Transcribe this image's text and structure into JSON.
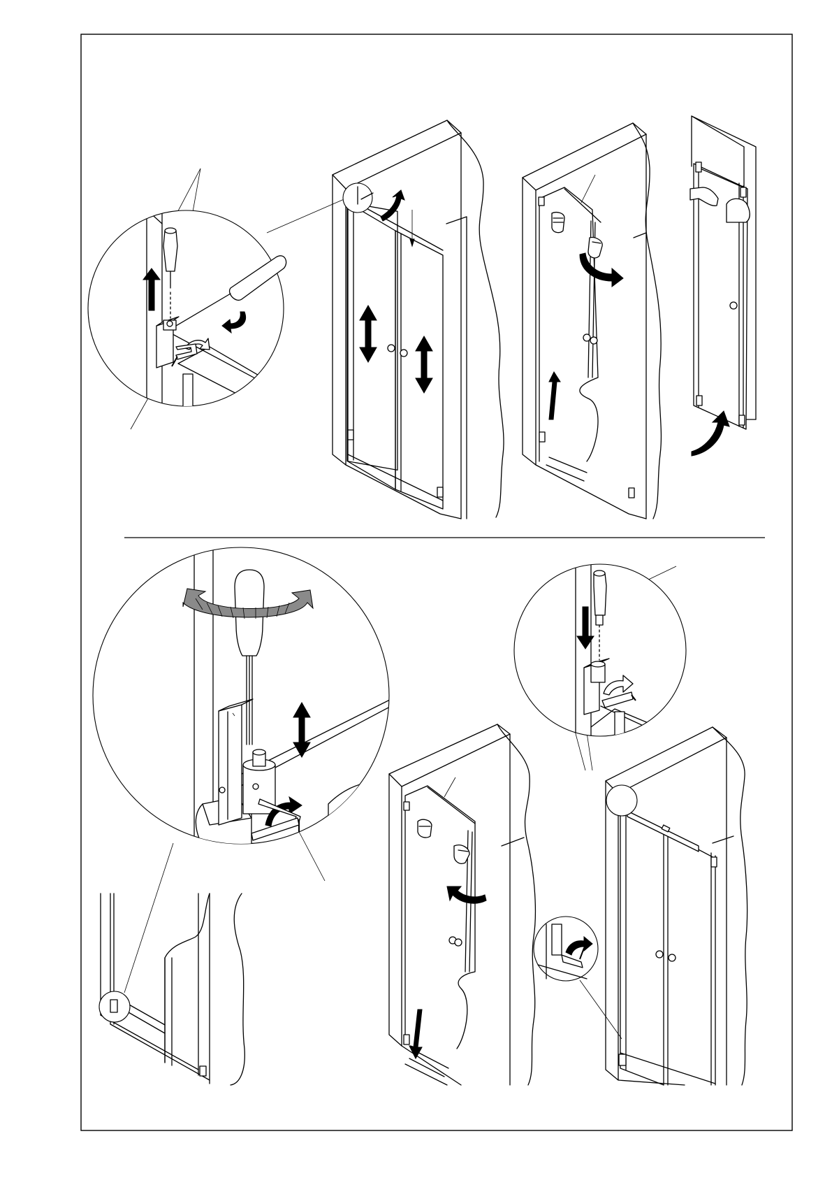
{
  "page": {
    "background": "#ffffff",
    "line_color": "#000000",
    "arrow_fill": "#000000",
    "hatched_arrow_fill": "#8a8a8a"
  },
  "top_sequence": {
    "steps": [
      {
        "id": "detail-remove-hinge-pin",
        "icons": [
          "screwdriver-icon",
          "hinge-icon",
          "allen-key-icon",
          "up-arrow-icon",
          "curved-arrow-icon"
        ]
      },
      {
        "id": "door-closed-adjust",
        "icons": [
          "double-arrow-icon",
          "double-arrow-icon",
          "curved-arrow-icon"
        ]
      },
      {
        "id": "door-swing-out",
        "icons": [
          "hand-icon",
          "hand-icon",
          "up-arrow-icon",
          "curved-arrow-icon"
        ]
      },
      {
        "id": "door-lift-off",
        "icons": [
          "hand-icon",
          "hand-icon",
          "curved-arrow-icon"
        ]
      }
    ]
  },
  "bottom_sequence": {
    "steps": [
      {
        "id": "detail-height-adjust",
        "icons": [
          "screwdriver-icon",
          "hinge-icon",
          "allen-key-icon",
          "double-arrow-icon",
          "rotate-arrow-icon",
          "curved-arrow-icon"
        ]
      },
      {
        "id": "door-rehang",
        "icons": [
          "hand-icon",
          "hand-icon",
          "down-arrow-icon",
          "curved-arrow-icon"
        ]
      },
      {
        "id": "detail-insert-hinge-pin",
        "icons": [
          "screwdriver-icon",
          "hinge-icon",
          "allen-key-icon",
          "down-arrow-icon",
          "curved-arrow-icon"
        ]
      },
      {
        "id": "door-level-check",
        "icons": [
          "spirit-level-icon",
          "allen-key-icon",
          "curved-arrow-icon"
        ]
      }
    ]
  }
}
